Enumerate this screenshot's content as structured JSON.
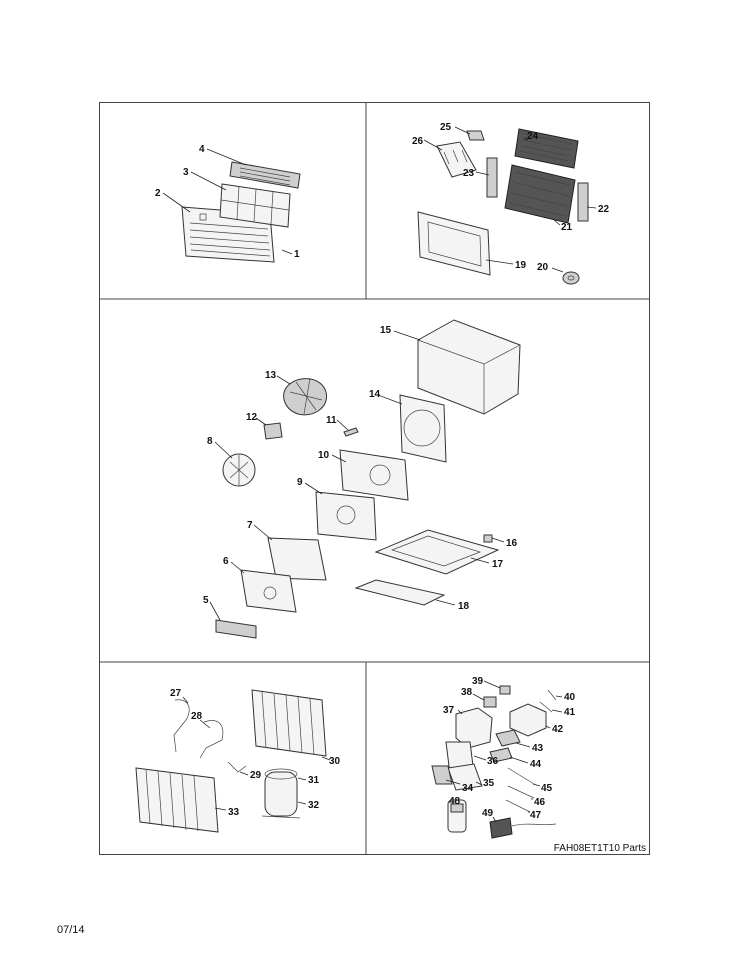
{
  "caption": "FAH08ET1T10 Parts",
  "footer_date": "07/14",
  "part_numbers": [
    "1",
    "2",
    "3",
    "4",
    "5",
    "6",
    "7",
    "8",
    "9",
    "10",
    "11",
    "12",
    "13",
    "14",
    "15",
    "16",
    "17",
    "18",
    "19",
    "20",
    "21",
    "22",
    "23",
    "24",
    "25",
    "26",
    "27",
    "28",
    "29",
    "30",
    "31",
    "32",
    "33",
    "34",
    "35",
    "36",
    "37",
    "38",
    "39",
    "40",
    "41",
    "42",
    "43",
    "44",
    "45",
    "46",
    "47",
    "48",
    "49"
  ]
}
